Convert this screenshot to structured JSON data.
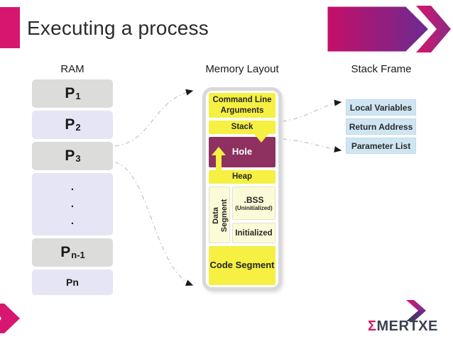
{
  "title": "Executing a process",
  "columns": {
    "ram": {
      "header": "RAM",
      "boxes": [
        {
          "base": "P",
          "sub": "1"
        },
        {
          "base": "P",
          "sub": "2"
        },
        {
          "base": "P",
          "sub": "3"
        },
        {
          "dots": [
            ".",
            ".",
            "."
          ]
        },
        {
          "base": "P",
          "sub": "n-1"
        },
        {
          "label": "Pn"
        }
      ]
    },
    "memory_layout": {
      "header": "Memory Layout",
      "command_line": "Command Line Arguments",
      "stack": "Stack",
      "hole": "Hole",
      "heap": "Heap",
      "data_segment_label": "Data Segment",
      "bss_title": ".BSS",
      "bss_subtitle": "(Uninitialized)",
      "initialized": "Initialized",
      "code_segment": "Code Segment"
    },
    "stack_frame": {
      "header": "Stack Frame",
      "items": [
        "Local Variables",
        "Return Address",
        "Parameter List"
      ]
    }
  },
  "logo": {
    "sigma": "Σ",
    "name": "MERTXE"
  },
  "colors": {
    "accent_pink": "#d7176f",
    "accent_purple": "#6a2b92",
    "yellow": "#f5f042",
    "pale_yellow": "#fbfbd8",
    "hole_maroon": "#8e3160",
    "stack_frame_blue": "#cfe5f2",
    "ram_gray": "#dcdcda",
    "ram_lavender": "#e5e5f6",
    "container_gray": "#d9d9d9",
    "logo_dark": "#3b4250"
  }
}
